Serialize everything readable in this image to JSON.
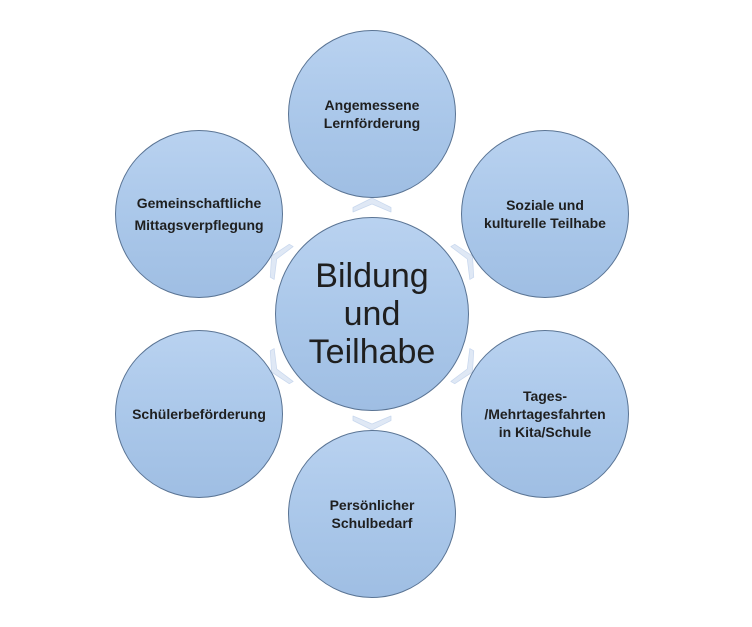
{
  "diagram": {
    "type": "radial-cycle",
    "center": {
      "label": "Bildung und Teilhabe",
      "lines": [
        "Bildung",
        "und",
        "Teilhabe"
      ]
    },
    "nodes": [
      {
        "id": "angemessene-lernfoerderung",
        "position": "top",
        "label": "Angemessene Lernförderung",
        "lines": [
          "Angemessene",
          "Lernförderung"
        ]
      },
      {
        "id": "soziale-kulturelle-teilhabe",
        "position": "top-right",
        "label": "Soziale und kulturelle Teilhabe",
        "lines": [
          "Soziale und",
          "kulturelle Teilhabe"
        ]
      },
      {
        "id": "tages-mehrtagesfahrten",
        "position": "bottom-right",
        "label": "Tages-/Mehrtagesfahrten in Kita/Schule",
        "lines": [
          "Tages-",
          "/Mehrtagesfahrten",
          "in Kita/Schule"
        ]
      },
      {
        "id": "persoenlicher-schulbedarf",
        "position": "bottom",
        "label": "Persönlicher Schulbedarf",
        "lines": [
          "Persönlicher",
          "Schulbedarf"
        ]
      },
      {
        "id": "schuelerbefoerderung",
        "position": "bottom-left",
        "label": "Schülerbeförderung",
        "lines": [
          "Schülerbeförderung"
        ]
      },
      {
        "id": "gemeinschaftliche-mittagsverpflegung",
        "position": "top-left",
        "label": "Gemeinschaftliche Mittagsverpflegung",
        "lines": [
          "Gemeinschaftliche",
          "Mittagsverpflegung"
        ]
      }
    ],
    "connectors": [
      "top",
      "top-right",
      "bottom-right",
      "bottom",
      "bottom-left",
      "top-left"
    ],
    "colors": {
      "circle_top": "#b9d2f0",
      "circle_mid": "#abc8ea",
      "circle_bottom": "#9fbee3",
      "circle_border": "#5a7494",
      "arrow_fill": "#dfe8f5",
      "arrow_stroke": "#c9d8ee",
      "text_color": "#1f1f1f",
      "background": "#ffffff"
    }
  }
}
